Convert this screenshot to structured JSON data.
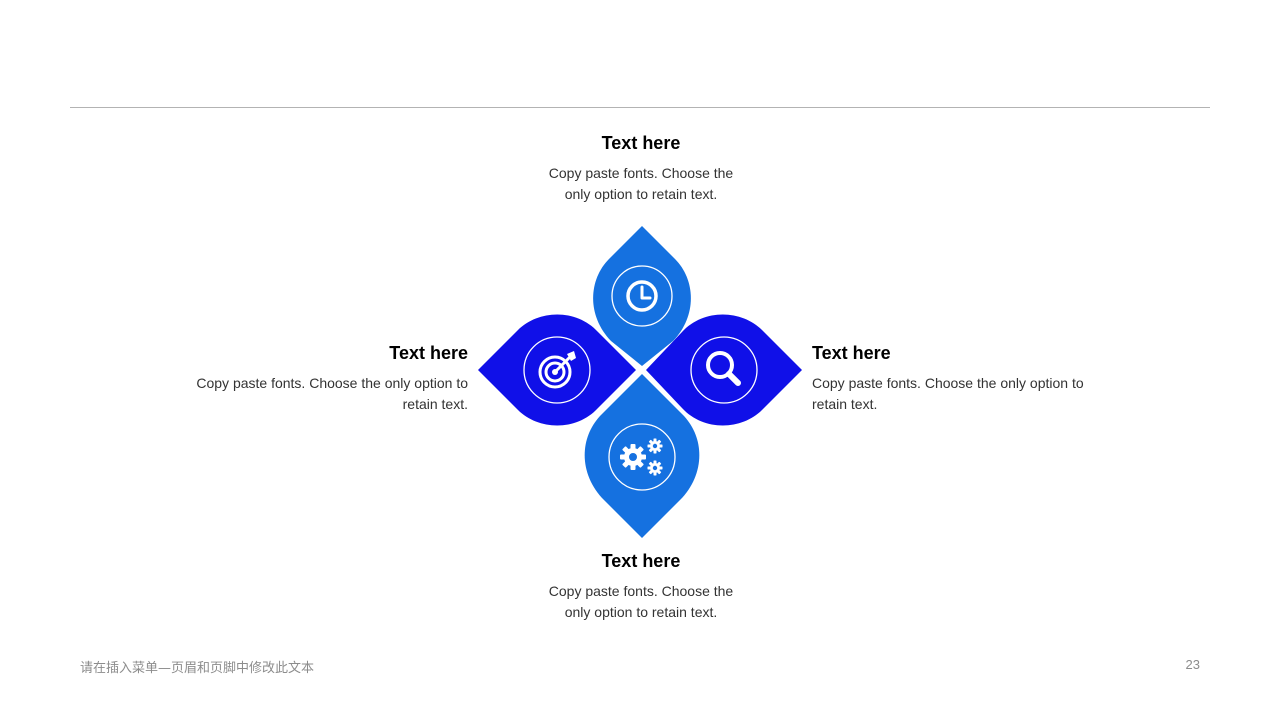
{
  "colors": {
    "accent_light": "#1571e0",
    "accent_dark": "#1010e8",
    "divider": "#b3b3b3"
  },
  "items": {
    "top": {
      "title": "Text here",
      "body": "Copy paste fonts. Choose the only option to retain text.",
      "icon": "clock-icon"
    },
    "right": {
      "title": "Text here",
      "body": "Copy paste fonts. Choose the only option to retain text.",
      "icon": "search-icon"
    },
    "bottom": {
      "title": "Text here",
      "body": "Copy paste fonts. Choose the only option to retain text.",
      "icon": "gears-icon"
    },
    "left": {
      "title": "Text here",
      "body": "Copy paste fonts. Choose the only option to retain text.",
      "icon": "target-icon"
    }
  },
  "footer": {
    "text": "请在插入菜单—页眉和页脚中修改此文本",
    "page_number": "23"
  }
}
